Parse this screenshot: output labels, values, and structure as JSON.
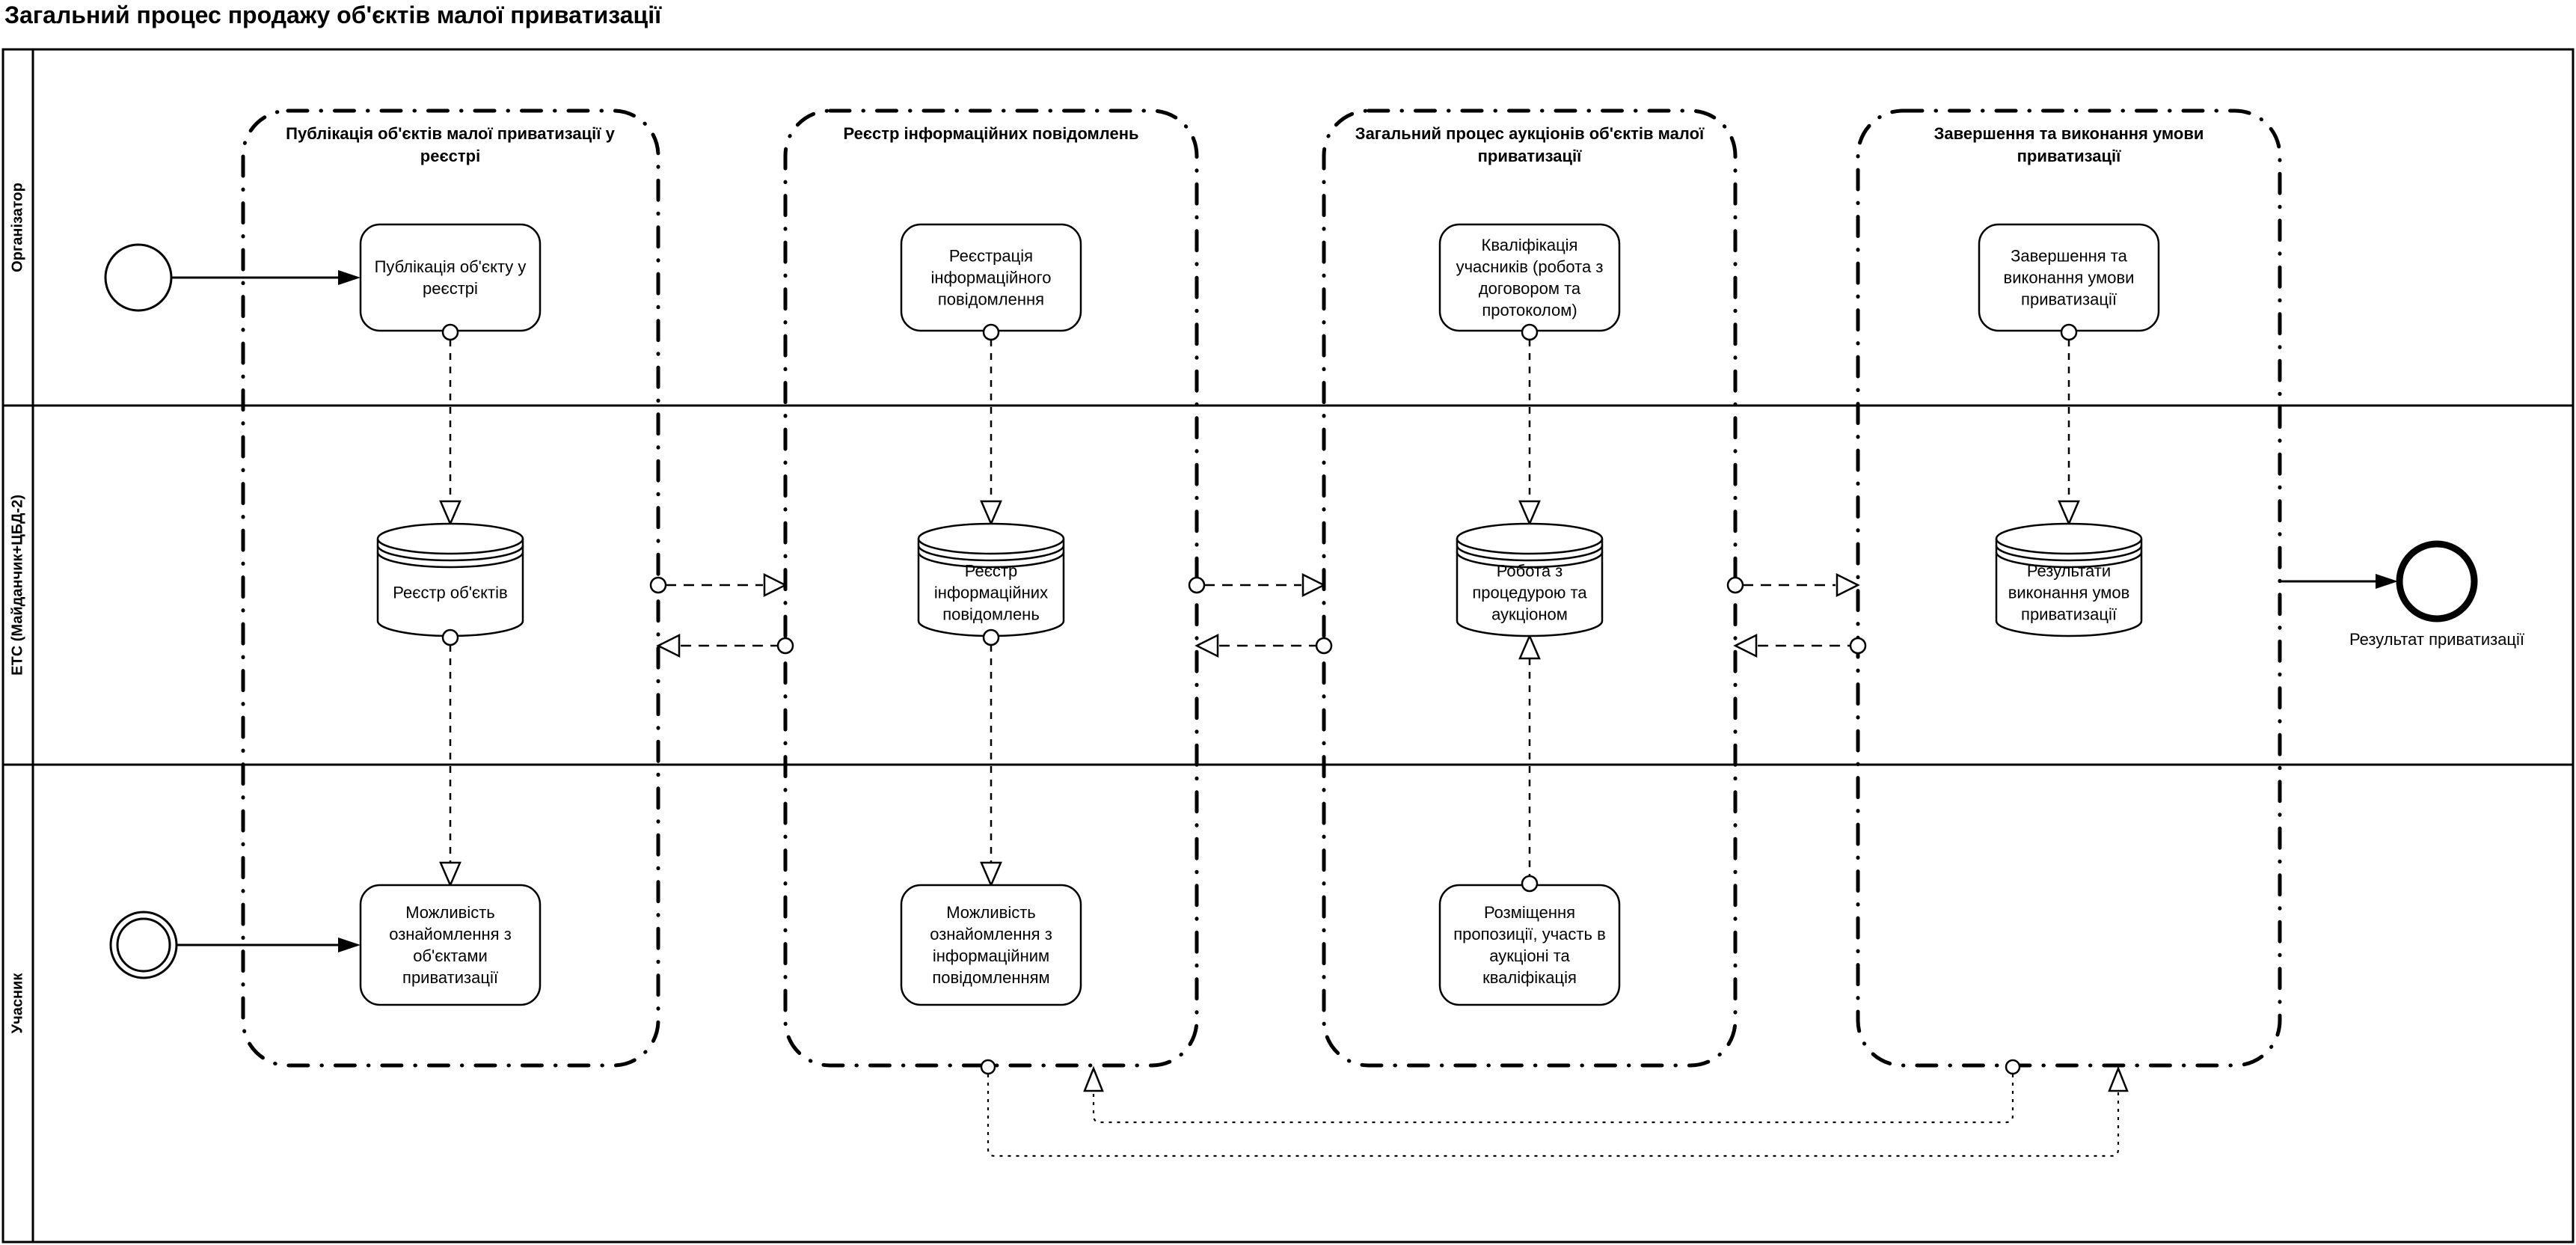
{
  "title": "Загальний процес продажу об'єктів малої приватизації",
  "colors": {
    "stroke": "#000000",
    "background": "#ffffff"
  },
  "lanes": [
    {
      "label": "Організатор"
    },
    {
      "label": "ЕТС (Майданчик+ЦБД-2)"
    },
    {
      "label": "Учасник"
    }
  ],
  "groups": [
    {
      "title": "Публікація об'єктів малої приватизації у\nреєстрі"
    },
    {
      "title": "Реєстр інформаційних повідомлень"
    },
    {
      "title": "Загальний процес аукціонів об'єктів малої\nприватизації"
    },
    {
      "title": "Завершення та виконання умови\nприватизації"
    }
  ],
  "tasks": [
    {
      "label": "Публікація об'єкту у\nреєстрі"
    },
    {
      "label": "Реєстрація\nінформаційного\nповідомлення"
    },
    {
      "label": "Кваліфікація\nучасників (робота з\nдоговором та\nпротоколом)"
    },
    {
      "label": "Завершення та\nвиконання умови\nприватизації"
    }
  ],
  "datastores": [
    {
      "label": "Реєстр об'єктів"
    },
    {
      "label": "Реєстр\nінформаційних\nповідомлень"
    },
    {
      "label": "Робота з\nпроцедурою та\nаукціоном"
    },
    {
      "label": "Результати\nвиконання умов\nприватизації"
    }
  ],
  "participant_boxes": [
    {
      "label": "Можливість\nознайомлення з\nоб'єктами\nприватизації"
    },
    {
      "label": "Можливість\nознайомлення з\nінформаційним\nповідомленням"
    },
    {
      "label": "Розміщення\nпропозиції, участь в\nаукціоні та\nкваліфікація"
    }
  ],
  "end_event": {
    "label": "Результат приватизації"
  }
}
